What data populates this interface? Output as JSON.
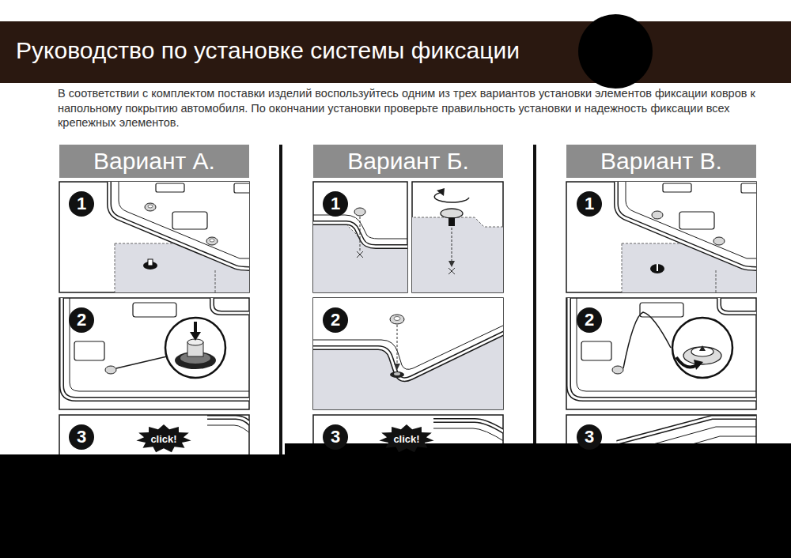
{
  "diagram": {
    "title": "Руководство по установке системы фиксации",
    "nodes": [
      {
        "text": [
          "Вариант А."
        ]
      },
      {
        "text": [
          "Вариант Б."
        ]
      },
      {
        "text": [
          "Вариант В."
        ]
      },
      {
        "text": [
          "1"
        ]
      },
      {
        "text": [
          "1"
        ]
      },
      {
        "text": [
          "1"
        ]
      },
      {
        "text": [
          "2"
        ]
      },
      {
        "text": [
          "2"
        ]
      },
      {
        "text": [
          "2"
        ]
      },
      {
        "text": [
          "3"
        ]
      },
      {
        "text": [
          "click!"
        ]
      },
      {
        "text": [
          "3"
        ]
      },
      {
        "text": [
          "click!"
        ]
      },
      {
        "text": [
          "3"
        ]
      }
    ],
    "labels": [
      "В соответствии с комплектом поставки изделий воспользуйтесь одним из трех вариантов установки элементов фиксации ковров к напольному покрытию автомобиля. По окончании установки проверьте правильность установки и надежность фиксации всех крепежных элементов."
    ]
  }
}
